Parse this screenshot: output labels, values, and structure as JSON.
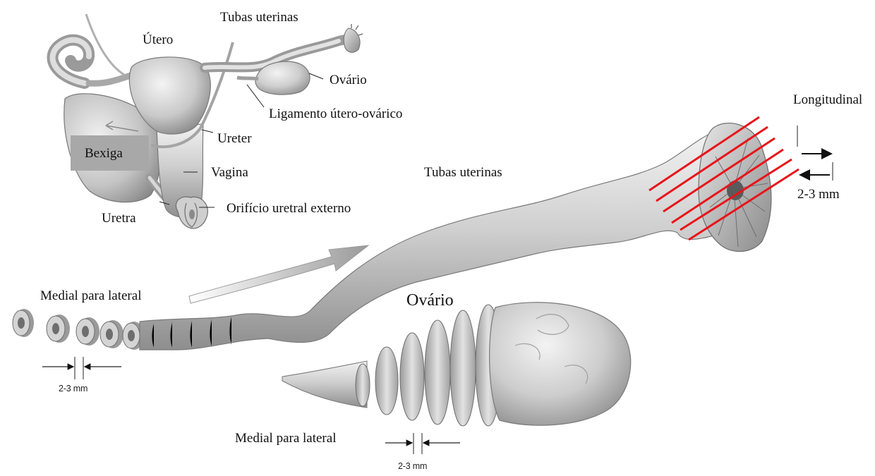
{
  "labels": {
    "tubas_top": "Tubas uterinas",
    "utero": "Útero",
    "ovario_small": "Ovário",
    "ligamento": "Ligamento útero-ovárico",
    "ureter": "Ureter",
    "bexiga": "Bexiga",
    "vagina": "Vagina",
    "uretra": "Uretra",
    "orificio": "Orifício uretral externo",
    "longitudinal": "Longitudinal",
    "tubas_middle": "Tubas uterinas",
    "longitudinal_spacing": "2-3 mm",
    "medial_tube": "Medial para lateral",
    "ovario_big": "Ovário",
    "spacing_tube": "2-3 mm",
    "medial_ovary": "Medial para lateral",
    "spacing_ovary": "2-3 mm"
  },
  "colors": {
    "cut_lines": "#e8141a",
    "tissue_light": "#dcdcdc",
    "tissue_mid": "#b4b4b4",
    "tissue_dark": "#7d7d7d",
    "label_box": "#a8a8a8"
  }
}
